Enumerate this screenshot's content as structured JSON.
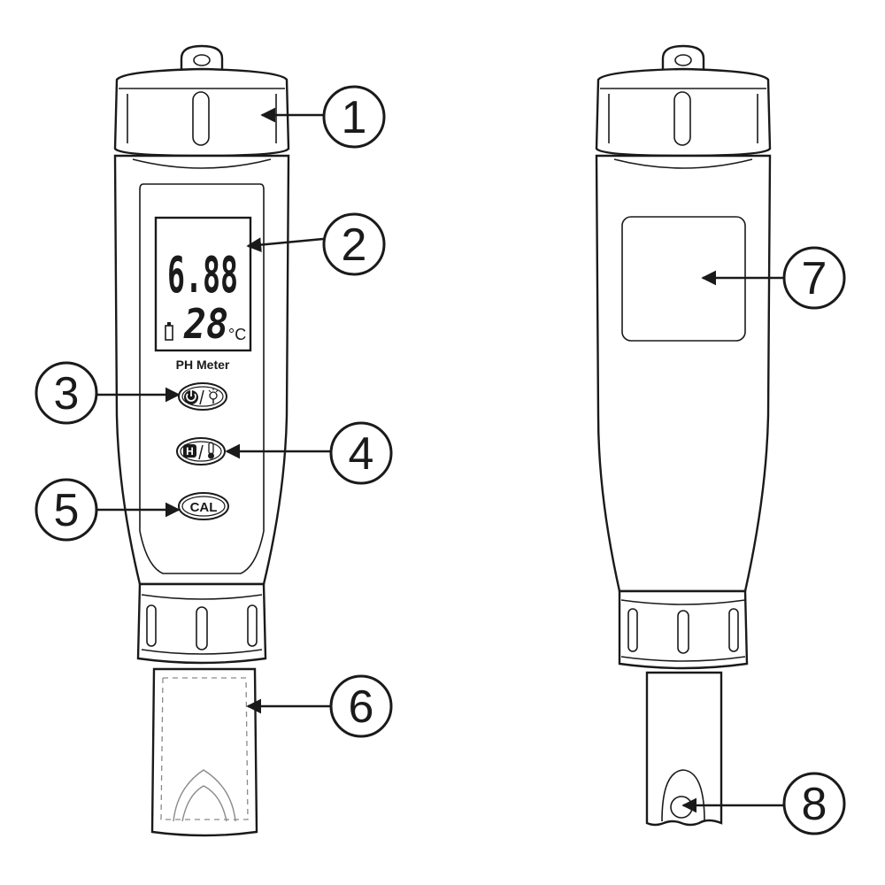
{
  "display": {
    "ph_value": "6.88",
    "temperature": "28",
    "temp_unit": "°C"
  },
  "device": {
    "label": "PH Meter"
  },
  "buttons": {
    "power_light_icons": [
      "power-icon",
      "bulb-icon"
    ],
    "hold_temp_icons": [
      "hold-icon",
      "thermometer-icon"
    ],
    "hold_letter": "H",
    "cal_label": "CAL"
  },
  "callouts": [
    "1",
    "2",
    "3",
    "4",
    "5",
    "6",
    "7",
    "8"
  ]
}
